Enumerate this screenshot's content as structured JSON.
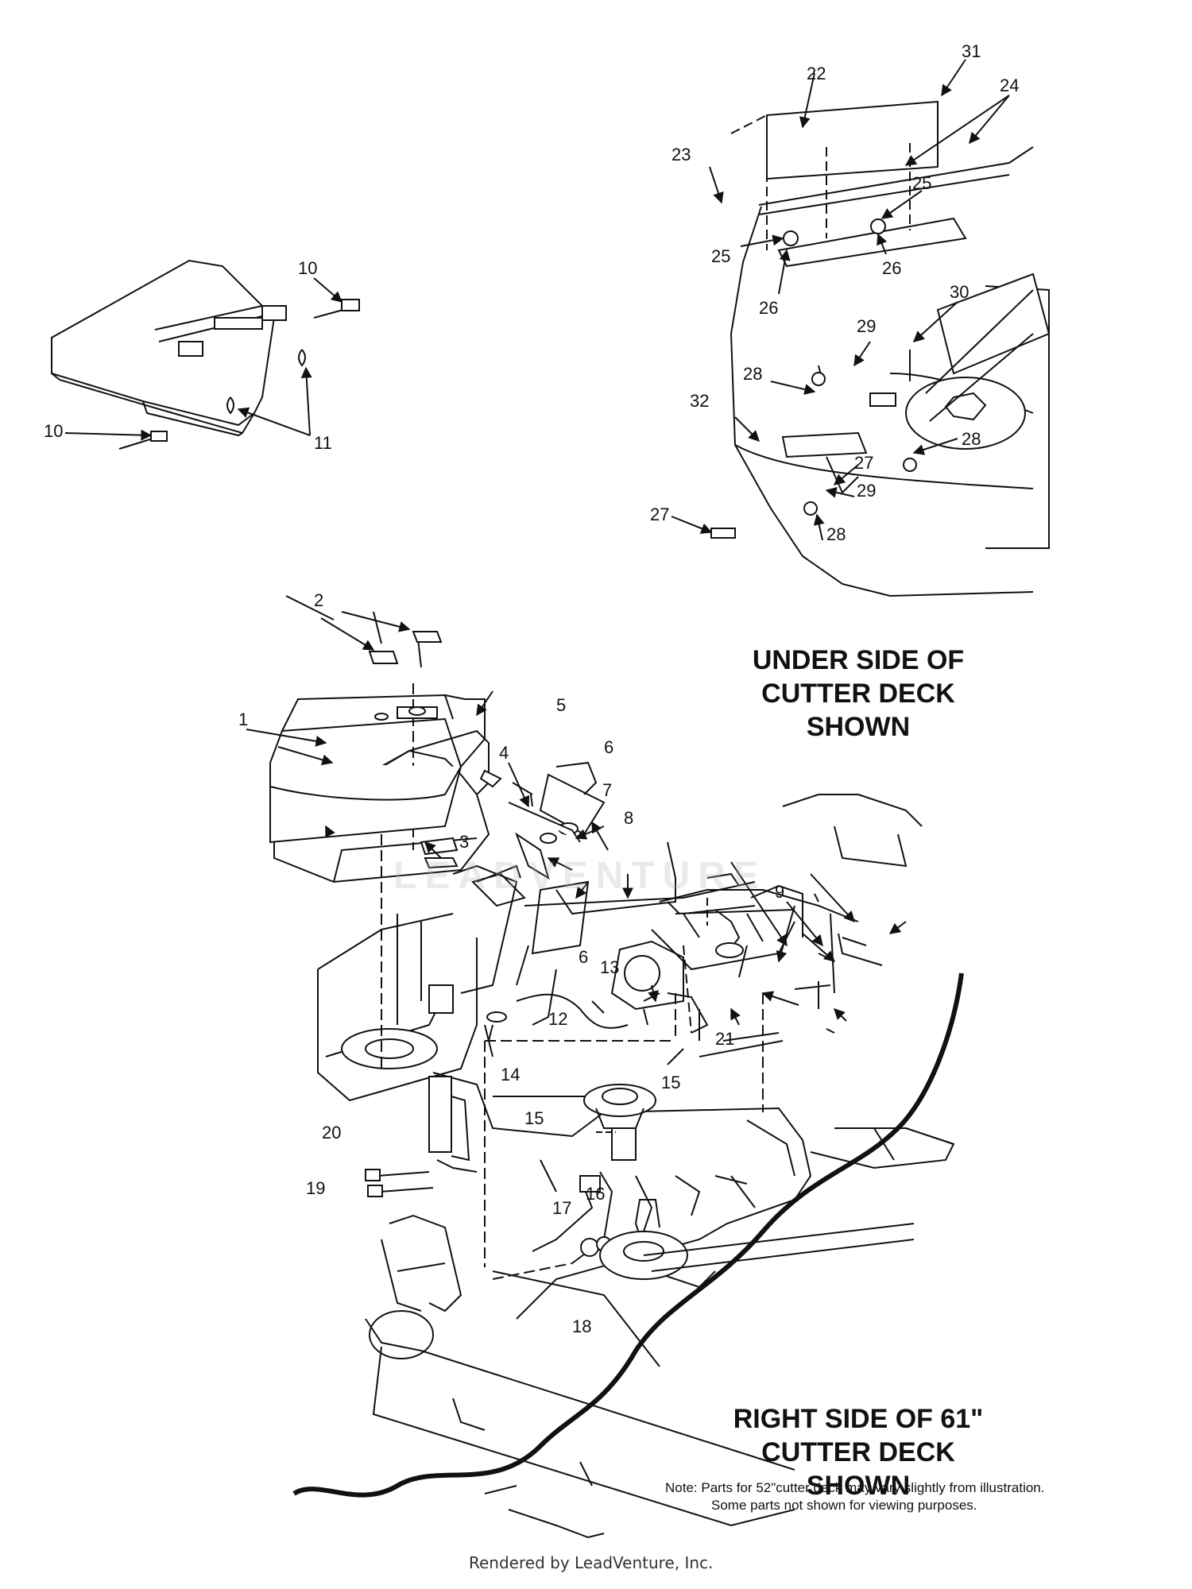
{
  "diagram": {
    "headings": {
      "under_side_line1": "UNDER SIDE OF",
      "under_side_line2": "CUTTER DECK SHOWN",
      "right_side_line1": "RIGHT SIDE OF 61\"",
      "right_side_line2": "CUTTER DECK SHOWN"
    },
    "note": {
      "line1": "Note:  Parts for 52\"cutter deck may vary slightly from illustration.",
      "line2": "Some parts not shown for viewing purposes."
    },
    "watermark": "LEADVENTURE",
    "footer": "Rendered by LeadVenture, Inc.",
    "callouts": [
      {
        "id": "c1",
        "label": "1"
      },
      {
        "id": "c2",
        "label": "2"
      },
      {
        "id": "c3",
        "label": "3"
      },
      {
        "id": "c4",
        "label": "4"
      },
      {
        "id": "c5",
        "label": "5"
      },
      {
        "id": "c6a",
        "label": "6"
      },
      {
        "id": "c6b",
        "label": "6"
      },
      {
        "id": "c7",
        "label": "7"
      },
      {
        "id": "c8",
        "label": "8"
      },
      {
        "id": "c9",
        "label": "9"
      },
      {
        "id": "c10a",
        "label": "10"
      },
      {
        "id": "c10b",
        "label": "10"
      },
      {
        "id": "c11",
        "label": "11"
      },
      {
        "id": "c12",
        "label": "12"
      },
      {
        "id": "c13",
        "label": "13"
      },
      {
        "id": "c14",
        "label": "14"
      },
      {
        "id": "c15a",
        "label": "15"
      },
      {
        "id": "c15b",
        "label": "15"
      },
      {
        "id": "c16",
        "label": "16"
      },
      {
        "id": "c17",
        "label": "17"
      },
      {
        "id": "c18",
        "label": "18"
      },
      {
        "id": "c19",
        "label": "19"
      },
      {
        "id": "c20",
        "label": "20"
      },
      {
        "id": "c21",
        "label": "21"
      },
      {
        "id": "c22",
        "label": "22"
      },
      {
        "id": "c23",
        "label": "23"
      },
      {
        "id": "c24",
        "label": "24"
      },
      {
        "id": "c25a",
        "label": "25"
      },
      {
        "id": "c25b",
        "label": "25"
      },
      {
        "id": "c26a",
        "label": "26"
      },
      {
        "id": "c26b",
        "label": "26"
      },
      {
        "id": "c27a",
        "label": "27"
      },
      {
        "id": "c27b",
        "label": "27"
      },
      {
        "id": "c28a",
        "label": "28"
      },
      {
        "id": "c28b",
        "label": "28"
      },
      {
        "id": "c28c",
        "label": "28"
      },
      {
        "id": "c29a",
        "label": "29"
      },
      {
        "id": "c29b",
        "label": "29"
      },
      {
        "id": "c30",
        "label": "30"
      },
      {
        "id": "c31",
        "label": "31"
      },
      {
        "id": "c32",
        "label": "32"
      }
    ]
  }
}
